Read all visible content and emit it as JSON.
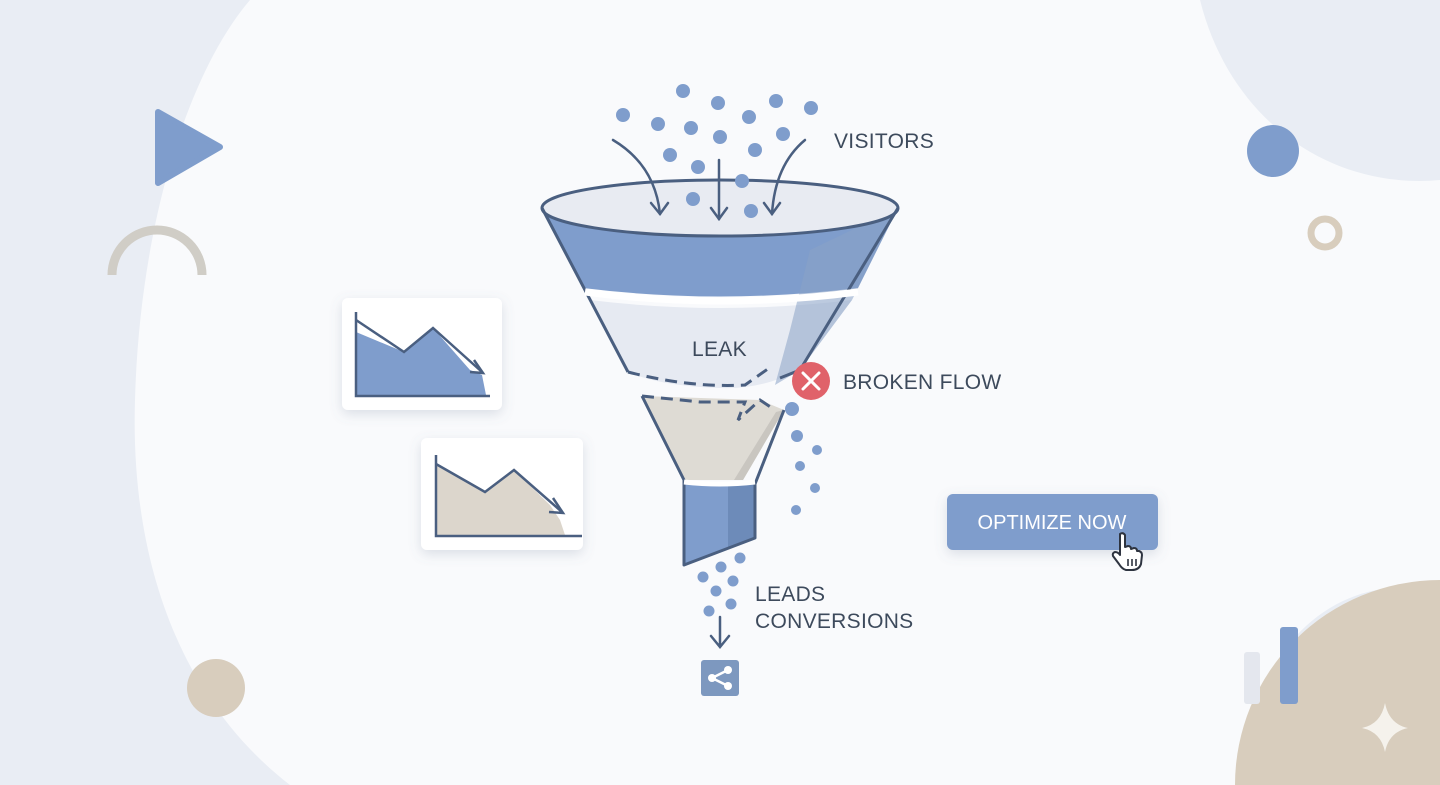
{
  "labels": {
    "visitors": "VISITORS",
    "leak": "LEAK",
    "broken_flow": "BROKEN FLOW",
    "leads": "LEADS",
    "conversions": "CONVERSIONS"
  },
  "cta": {
    "label": "OPTIMIZE NOW"
  },
  "icons": [
    "play-icon",
    "share-icon",
    "close-icon",
    "hand-cursor-icon",
    "sparkle-icon",
    "declining-chart-icon"
  ],
  "colors": {
    "accent": "#7f9dcc",
    "stroke": "#4a5f80",
    "error": "#e0626a",
    "beige": "#d8cdbd",
    "text": "#3d4a5c"
  }
}
